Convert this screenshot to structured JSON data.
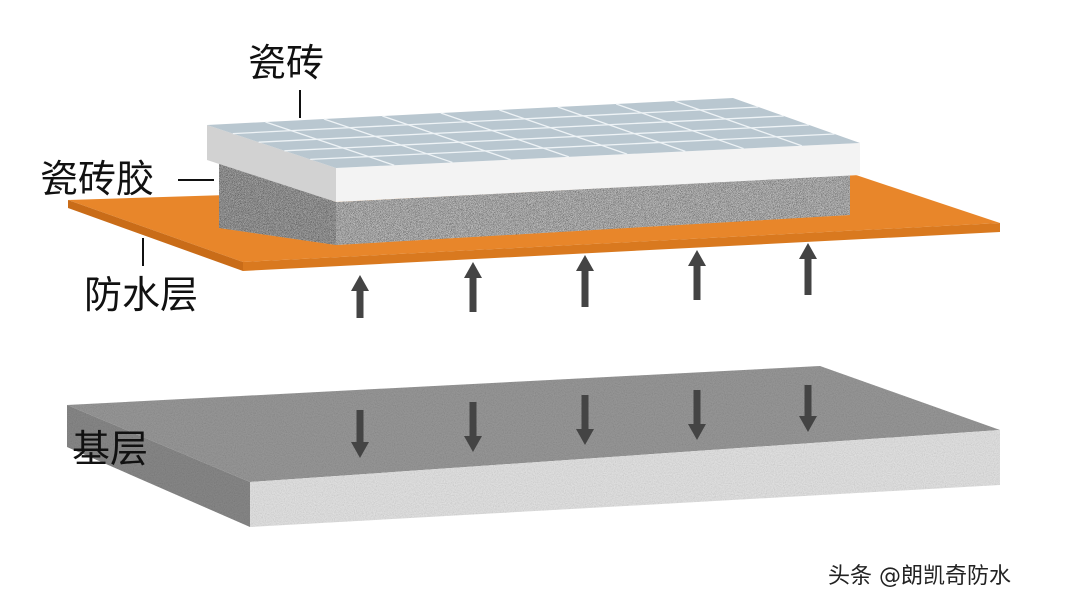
{
  "labels": {
    "tile": "瓷砖",
    "tile_adhesive": "瓷砖胶",
    "waterproof_layer": "防水层",
    "base_layer": "基层"
  },
  "watermark": "头条 @朗凯奇防水",
  "colors": {
    "waterproof": "#e8862a",
    "tile_top": "#b9c7d0",
    "tile_side": "#eeeeee",
    "adhesive": "#a8a8a8",
    "base_top": "#9a9a9a",
    "base_front": "#e6e6e6",
    "arrow": "#444444"
  },
  "arrows": {
    "up_count": 5,
    "down_count": 5
  }
}
